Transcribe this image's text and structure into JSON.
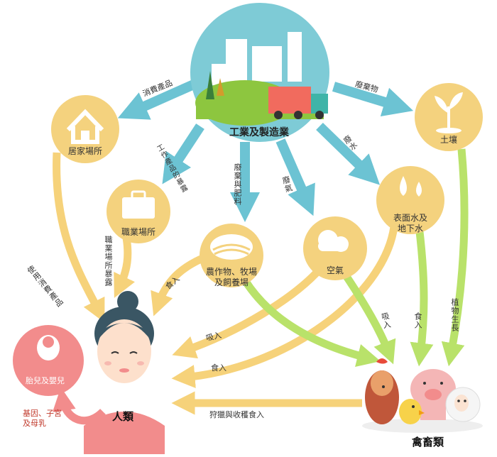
{
  "nodes": {
    "industry": "工業及製造業",
    "home": "居家場所",
    "workplace": "職業場所",
    "crops": [
      "農作物、牧場",
      "及飼養場"
    ],
    "air": "空氣",
    "water": [
      "表面水及",
      "地下水"
    ],
    "soil": "土壤",
    "human": "人類",
    "livestock": "禽畜類",
    "baby": "胎兒及嬰兒"
  },
  "flows": {
    "consumer_goods": "消費產品",
    "waste": "廢棄物",
    "industrial_products": "工作產品的暴露",
    "waste_and_fertilizer": "廢棄與肥料",
    "exhaust": "廢氣",
    "wastewater": "廢水",
    "use_consumer_goods": "使用消費產品",
    "occupational_exposure": "職業場所暴露",
    "eat_1": "食入",
    "inhale": "吸入",
    "eat_2": "食入",
    "hunting": "狩獵與收穫食入",
    "animal_inhale": "吸入",
    "animal_eat": "食入",
    "plant_growth": "植物生長",
    "mother_to_child": [
      "基因、子宮",
      "及母乳"
    ]
  },
  "colors": {
    "industry_circle": "#7ecbd6",
    "node_circle": "#f4d27e",
    "yellow_arrow": "#f6d27a",
    "green_arrow": "#b9e26a",
    "blue_arrow": "#6cc3d3",
    "pink": "#f28c8c",
    "hair": "#3a5664",
    "skin": "#fde0cc"
  }
}
